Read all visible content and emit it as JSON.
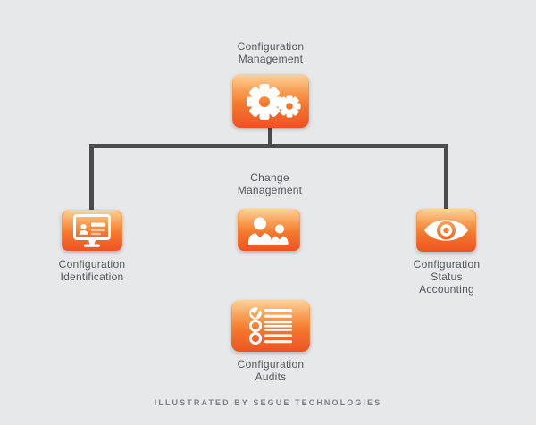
{
  "colors": {
    "background": "#e7e8e9",
    "box_gradient_top": "#fbac4e",
    "box_gradient_mid": "#f57f2e",
    "box_gradient_bottom": "#ee5323",
    "connector": "#4a4b4d",
    "label_text": "#55565a",
    "footer_text": "#7d7e82",
    "icon": "#ffffff"
  },
  "nodes": {
    "configuration_management": {
      "label": "Configuration\nManagement",
      "icon": "gears-icon"
    },
    "change_management": {
      "label": "Change\nManagement",
      "icon": "people-icon"
    },
    "configuration_identification": {
      "label": "Configuration\nIdentification",
      "icon": "monitor-id-card-icon"
    },
    "configuration_status_accounting": {
      "label": "Configuration\nStatus\nAccounting",
      "icon": "eye-icon"
    },
    "configuration_audits": {
      "label": "Configuration\nAudits",
      "icon": "checklist-icon"
    }
  },
  "footer": {
    "credit": "ILLUSTRATED BY SEGUE TECHNOLOGIES"
  }
}
